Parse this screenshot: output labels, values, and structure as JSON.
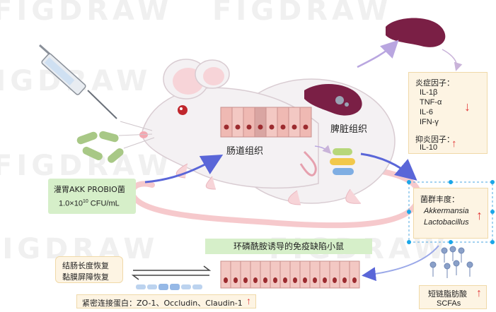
{
  "watermark": "FIGDRAW",
  "labels": {
    "intestinal_tissue": "肠道组织",
    "spleen_tissue": "脾脏组织",
    "model_title": "环磷酰胺诱导的免疫缺陷小鼠"
  },
  "gavage": {
    "line1": "灌胃AKK PROBIO菌",
    "dose_base": "1.0×10",
    "dose_exp": "10",
    "dose_unit": " CFU/mL"
  },
  "cytokines": {
    "inflammatory_title": "炎症因子：",
    "inflammatory": [
      "IL-1β",
      "TNF-α",
      "IL-6",
      "IFN-γ"
    ],
    "inflammatory_trend": "down",
    "anti_inflammatory_title": "抑炎因子：",
    "anti_inflammatory": [
      "IL-10"
    ],
    "anti_inflammatory_trend": "up"
  },
  "flora": {
    "title": "菌群丰度：",
    "species": [
      "Akkermansia",
      "Lactobacillus"
    ],
    "trend": "up"
  },
  "colon": {
    "line1": "结肠长度恢复",
    "line2": "黏膜屏障恢复"
  },
  "tight_junction": {
    "text": "紧密连接蛋白：ZO-1、Occludin、Claudin-1",
    "trend": "up"
  },
  "scfa": {
    "line1": "短链脂肪酸",
    "line2": "SCFAs",
    "trend": "up"
  },
  "colors": {
    "up_arrow": "#e23a3a",
    "down_arrow": "#e23a3a",
    "cream_box": "#fdf4e3",
    "cream_border": "#f0d9a8",
    "green_box": "#d6efc9",
    "flow_arrow": "#5a66d8",
    "spleen": "#7a1f45"
  }
}
